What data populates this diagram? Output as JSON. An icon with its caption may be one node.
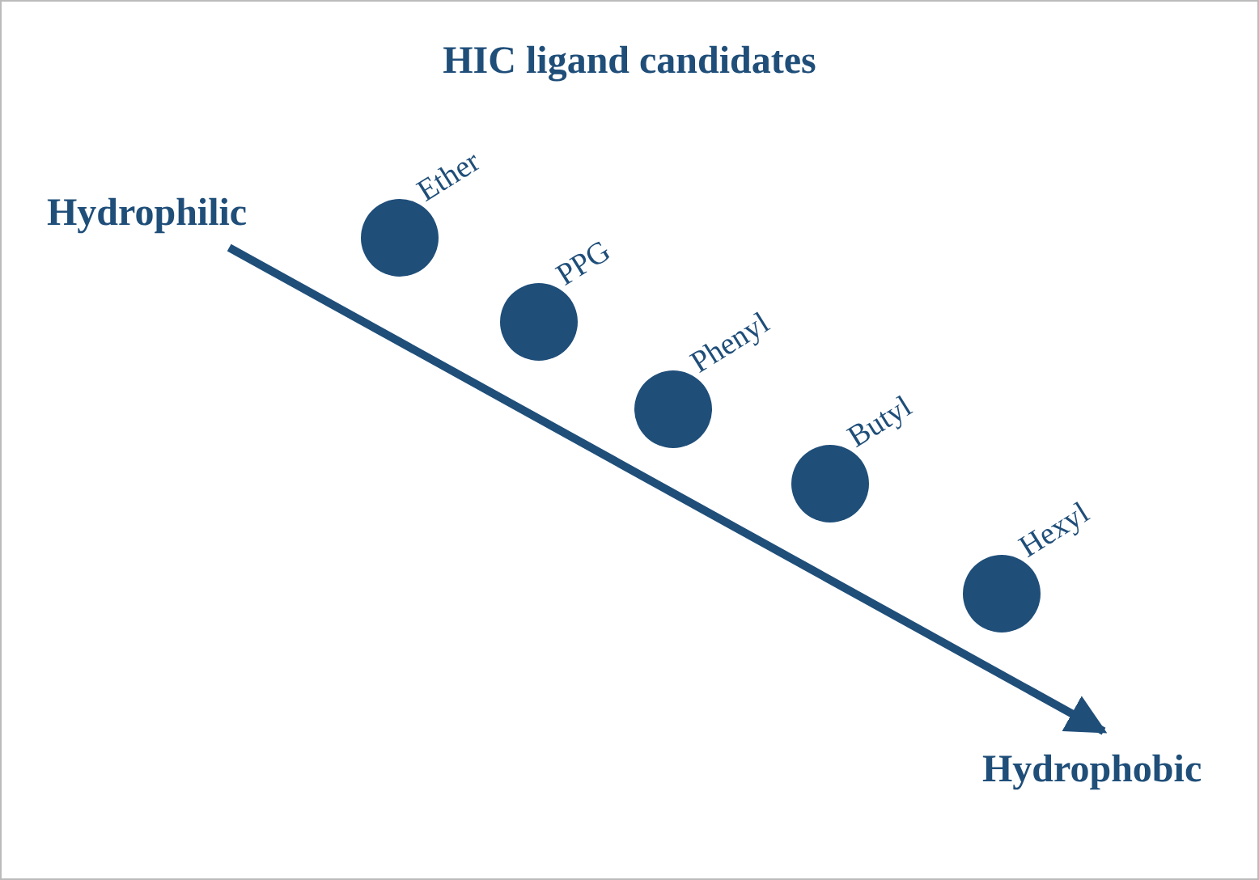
{
  "diagram": {
    "title": "HIC ligand candidates",
    "nodes": [
      {
        "text": [
          "Hydrophilic"
        ]
      },
      {
        "text": [
          "Hydrophobic"
        ]
      },
      {
        "text": [],
        "shape": "circle",
        "beside": [
          "Ether"
        ]
      },
      {
        "text": [],
        "shape": "circle",
        "beside": [
          "PPG"
        ]
      },
      {
        "text": [],
        "shape": "circle",
        "beside": [
          "Phenyl"
        ]
      },
      {
        "text": [],
        "shape": "circle",
        "beside": [
          "Butyl"
        ]
      },
      {
        "text": [],
        "shape": "circle",
        "beside": [
          "Hexyl"
        ]
      }
    ],
    "edges": [
      {
        "from": 0,
        "to": 1,
        "arrow": "to"
      }
    ]
  }
}
